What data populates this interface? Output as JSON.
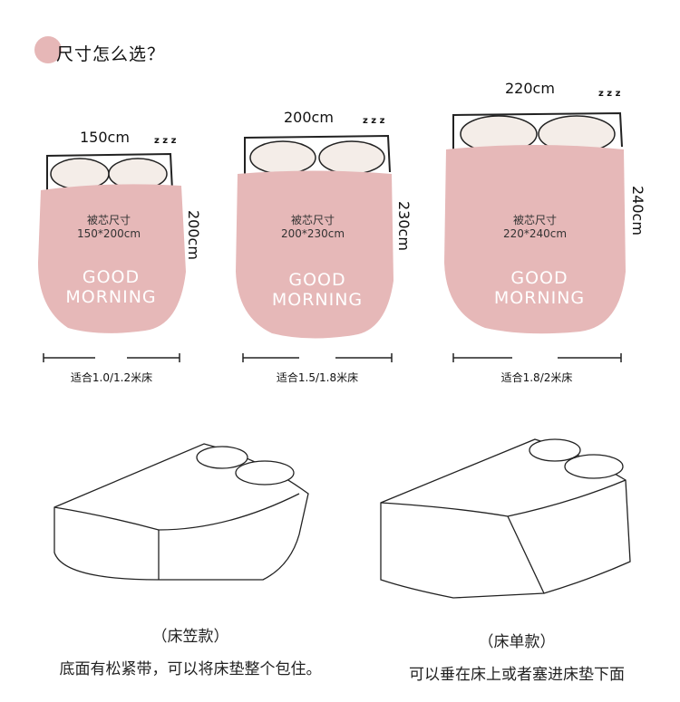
{
  "title": "尺寸怎么选？",
  "accent": "#e6b7b7",
  "sizes": [
    {
      "width": "150cm",
      "height": "200cm",
      "core_label": "被芯尺寸",
      "core_size": "150*200cm",
      "slogan": "GOOD MORNING",
      "fit": "适合1.0/1.2米床",
      "zzz": "z z z"
    },
    {
      "width": "200cm",
      "height": "230cm",
      "core_label": "被芯尺寸",
      "core_size": "200*230cm",
      "slogan": "GOOD MORNING",
      "fit": "适合1.5/1.8米床",
      "zzz": "z z z"
    },
    {
      "width": "220cm",
      "height": "240cm",
      "core_label": "被芯尺寸",
      "core_size": "220*240cm",
      "slogan": "GOOD MORNING",
      "fit": "适合1.8/2米床",
      "zzz": "z z z"
    }
  ],
  "styles": [
    {
      "name": "（床笠款）",
      "desc": "底面有松紧带，可以将床垫整个包住。"
    },
    {
      "name": "（床单款）",
      "desc": "可以垂在床上或者塞进床垫下面"
    }
  ]
}
